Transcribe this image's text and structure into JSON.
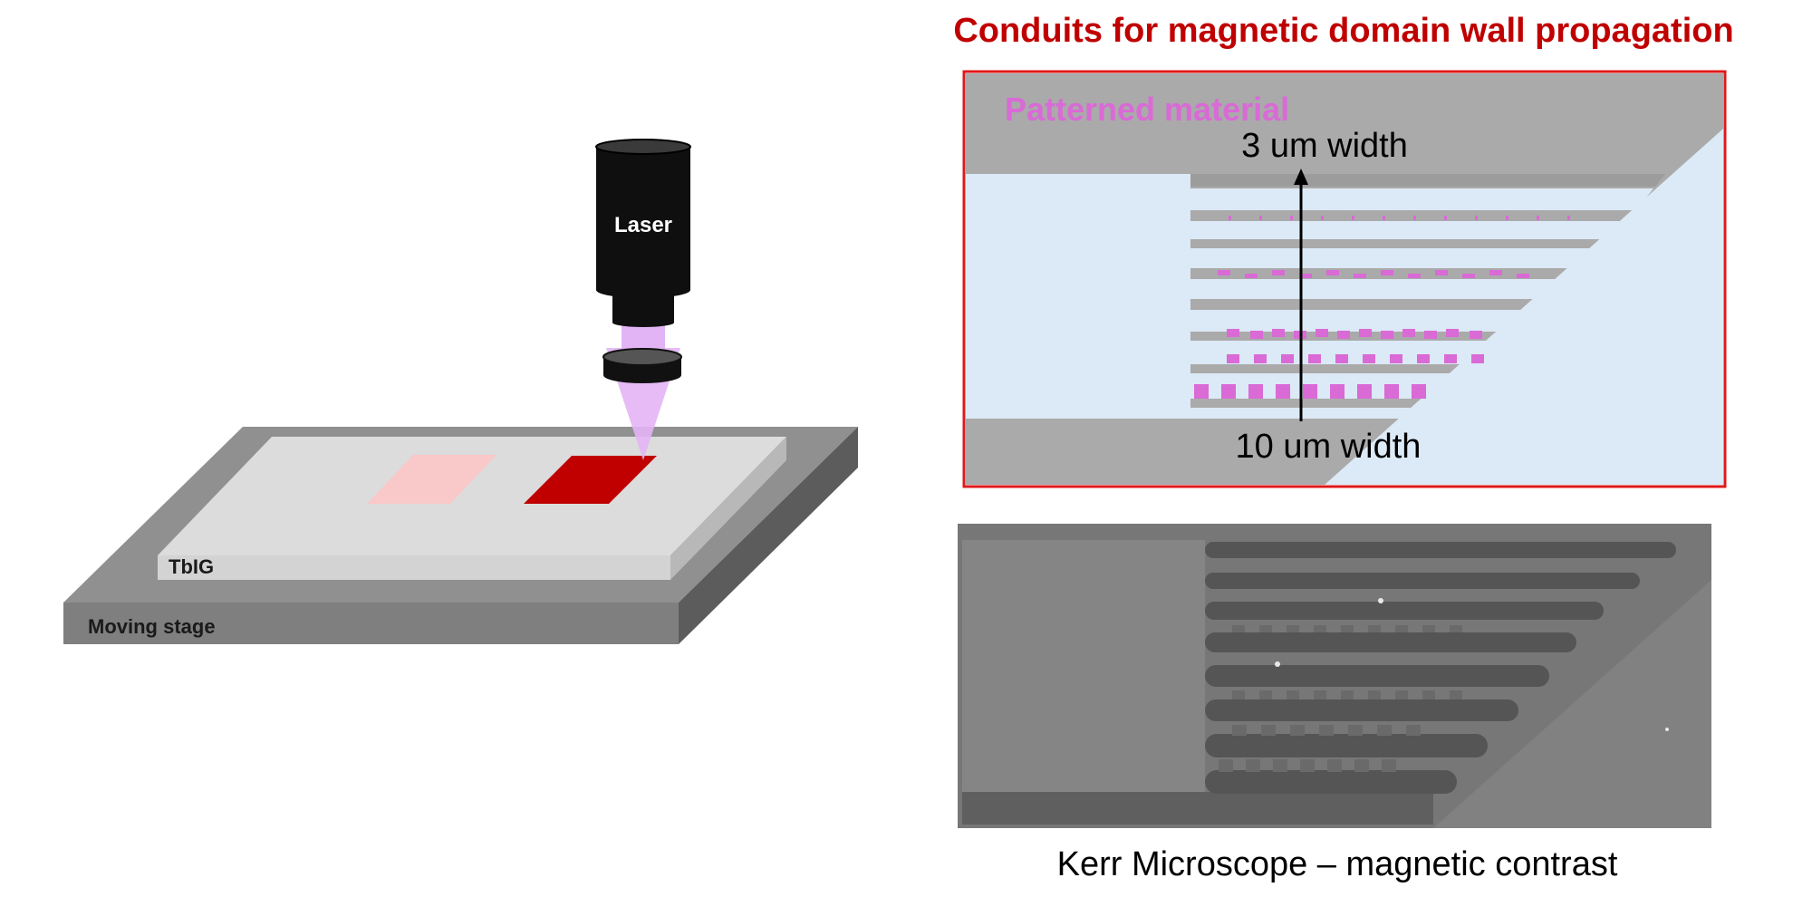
{
  "left_diagram": {
    "laser_label": "Laser",
    "sample_label": "TbIG",
    "stage_label": "Moving stage"
  },
  "right_panel": {
    "title": "Conduits for magnetic domain wall propagation",
    "inset_label": "Patterned material",
    "top_width_label": "3 um width",
    "bottom_width_label": "10 um width",
    "caption": "Kerr Microscope – magnetic contrast"
  },
  "colors": {
    "title_red": "#c00000",
    "frame_red": "#e0181a",
    "pattern_magenta": "#d96ad6",
    "light_blue": "#dce9f6",
    "panel_gray": "#aaaaaa",
    "exposed_spot": "#c00000",
    "faint_spot": "#f9c8c8",
    "beam_violet": "#e3b4f5"
  }
}
